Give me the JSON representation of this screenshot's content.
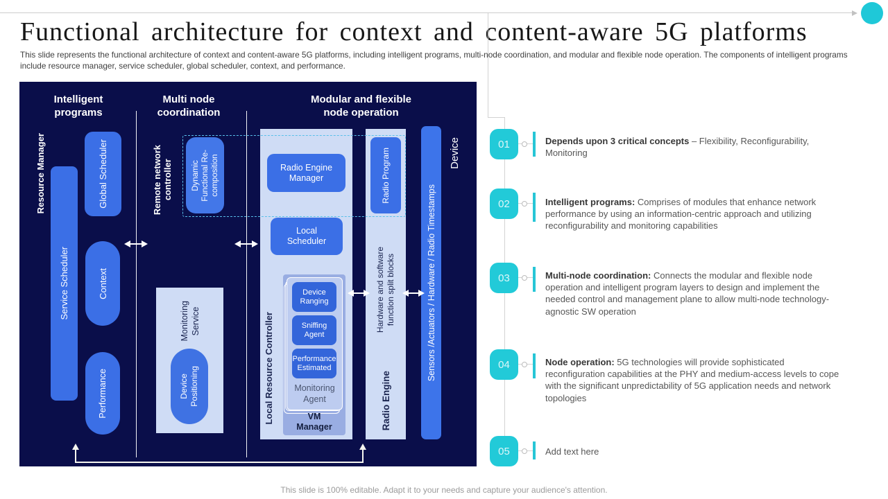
{
  "slide": {
    "title": "Functional architecture for context and content-aware 5G platforms",
    "subtitle": "This slide represents the functional architecture of context and content-aware 5G platforms, including intelligent programs, multi-node coordination, and modular and flexible node operation. The components of intelligent programs include resource manager, service scheduler, global scheduler, context, and performance.",
    "footer": "This slide is 100% editable. Adapt it to your needs and capture your audience's attention."
  },
  "colors": {
    "diagram_background": "#0a0e4a",
    "box_blue": "#3b6fe6",
    "light_column": "#cfdcf5",
    "vm_box": "#99ade2",
    "badge_teal": "#22cad8",
    "dashed_cyan": "#58bfe9",
    "accent_circle": "#1fc8d8"
  },
  "diagram": {
    "headings": {
      "col1": "Intelligent\nprograms",
      "col2": "Multi node\ncoordination",
      "col3": "Modular and flexible\nnode operation"
    },
    "intelligent": {
      "resource_manager": "Resource Manager",
      "service_scheduler": "Service Scheduler",
      "global_scheduler": "Global Scheduler",
      "context": "Context",
      "performance": "Performance"
    },
    "multi_node": {
      "remote_network_controller": "Remote network\ncontroller",
      "dynamic_recomposition": "Dynamic\nFunctional Re-\ncomposition",
      "monitoring_service": "Monitoring\nService",
      "device_positioning": "Device\nPositioning"
    },
    "modular": {
      "local_resource_controller": "Local Resource Controller",
      "radio_engine_manager": "Radio Engine\nManager",
      "local_scheduler": "Local\nScheduler",
      "device_ranging": "Device\nRanging",
      "sniffing_agent": "Sniffing\nAgent",
      "performance_estimated": "Performance\nEstimated",
      "monitoring_agent": "Monitoring\nAgent",
      "vm_manager": "VM\nManager",
      "radio_program": "Radio Program",
      "hw_sw_split": "Hardware and software\nfunction split blocks",
      "radio_engine": "Radio Engine",
      "sensors": "Sensors /Actuators / Hardware / Radio Timestamps",
      "device": "Device"
    }
  },
  "points": [
    {
      "number": "01",
      "lead": "Depends upon 3 critical concepts",
      "rest": " – Flexibility, Reconfigurability, Monitoring"
    },
    {
      "number": "02",
      "lead": "Intelligent programs:",
      "rest": " Comprises of modules that enhance network performance by using an information-centric approach and utilizing reconfigurability and monitoring capabilities"
    },
    {
      "number": "03",
      "lead": "Multi-node coordination:",
      "rest": " Connects the modular and flexible node operation and intelligent program layers to design and implement the needed control and management plane to allow multi-node technology-agnostic SW operation"
    },
    {
      "number": "04",
      "lead": "Node operation:",
      "rest": " 5G technologies will provide sophisticated reconfiguration capabilities at the PHY and medium-access levels to cope with the significant unpredictability of 5G application needs and network topologies"
    },
    {
      "number": "05",
      "lead": "",
      "rest": "Add text here"
    }
  ]
}
